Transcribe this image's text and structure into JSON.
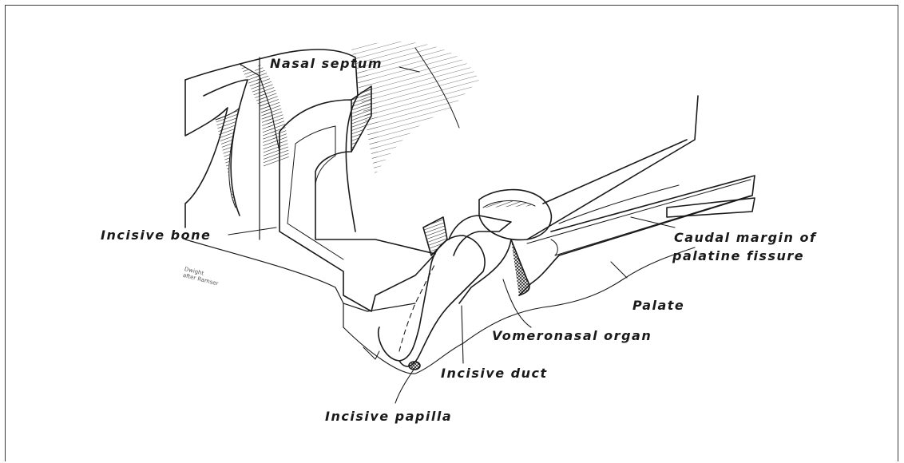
{
  "labels": {
    "nasal_septum": "Nasal septum",
    "incisive_bone": "Incisive bone",
    "caudal_margin_line1": "Caudal margin of",
    "caudal_margin_line2": "palatine fissure",
    "palate": "Palate",
    "vomeronasal_organ": "Vomeronasal organ",
    "incisive_duct": "Incisive duct",
    "incisive_papilla": "Incisive papilla"
  },
  "signature": {
    "line1": "Dwight",
    "line2": "after Ramser"
  },
  "colors": {
    "ink": "#1a1a1a",
    "paper": "#ffffff",
    "frame": "#3a3a3a"
  }
}
